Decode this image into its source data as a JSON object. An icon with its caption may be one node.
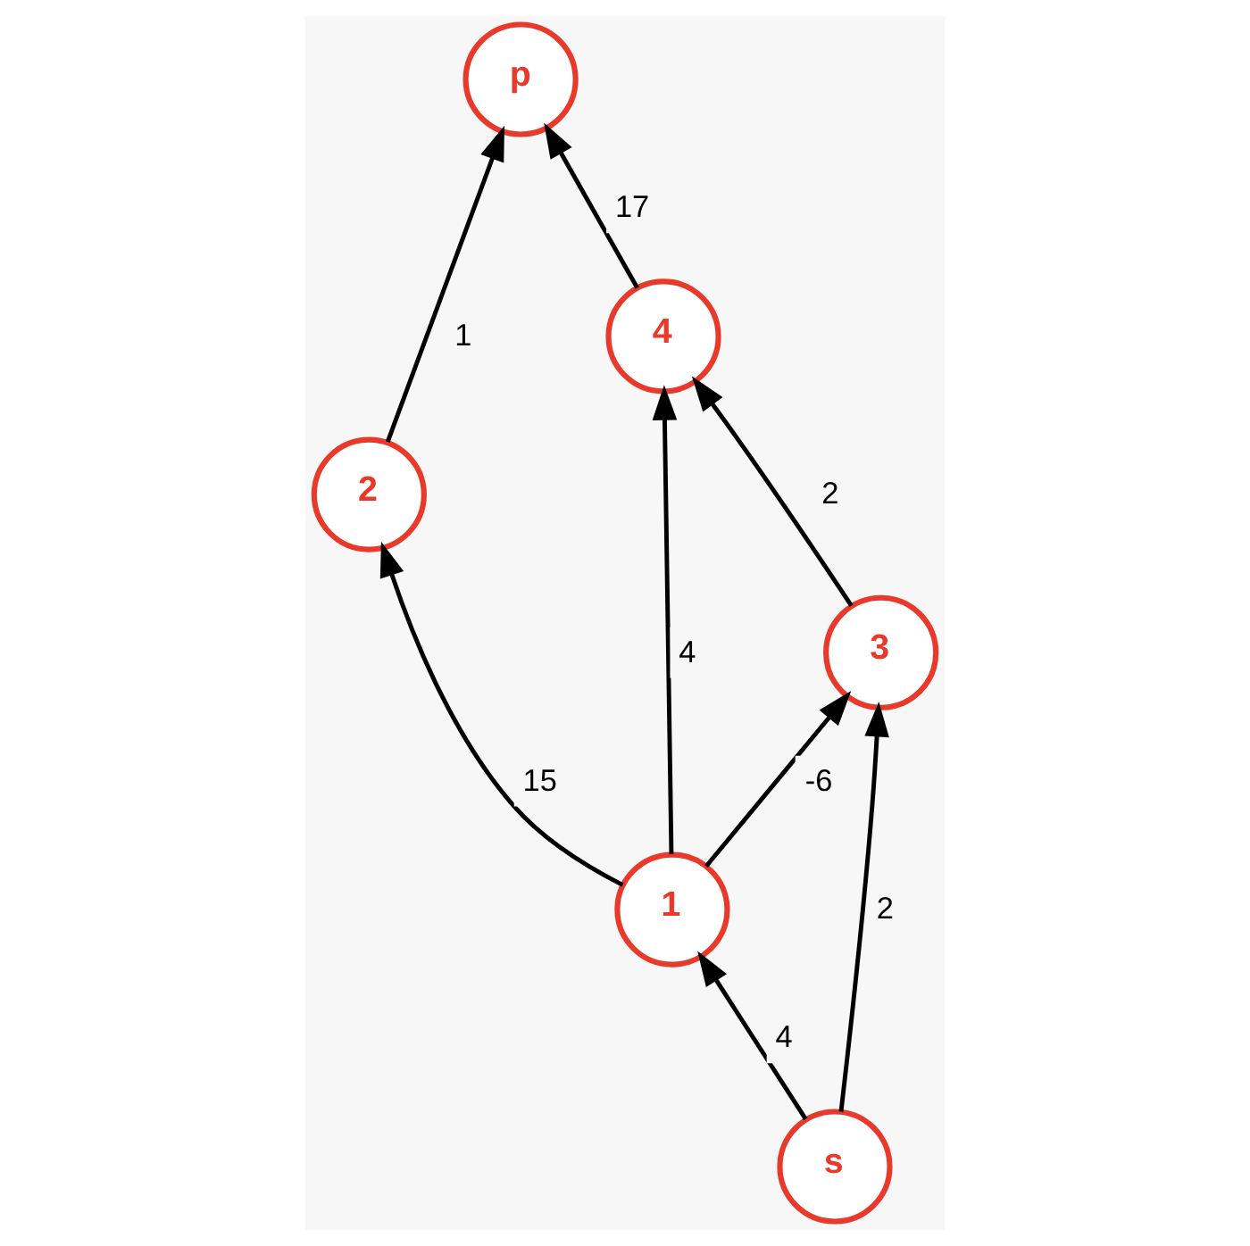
{
  "diagram": {
    "nodes": [
      {
        "text": [
          "p"
        ]
      },
      {
        "text": [
          "2"
        ]
      },
      {
        "text": [
          "4"
        ]
      },
      {
        "text": [
          "1"
        ]
      },
      {
        "text": [
          "3"
        ]
      },
      {
        "text": [
          "s"
        ]
      }
    ],
    "edges": [
      {
        "from": 1,
        "to": 0,
        "arrow": "to",
        "label": "1"
      },
      {
        "from": 2,
        "to": 0,
        "arrow": "to",
        "label": "17"
      },
      {
        "from": 3,
        "to": 1,
        "arrow": "to",
        "label": "15"
      },
      {
        "from": 3,
        "to": 2,
        "arrow": "to",
        "label": "4"
      },
      {
        "from": 3,
        "to": 4,
        "arrow": "to",
        "label": "-6"
      },
      {
        "from": 4,
        "to": 2,
        "arrow": "to",
        "label": "2"
      },
      {
        "from": 5,
        "to": 3,
        "arrow": "to",
        "label": "4"
      },
      {
        "from": 5,
        "to": 4,
        "arrow": "to",
        "label": "2"
      }
    ]
  }
}
